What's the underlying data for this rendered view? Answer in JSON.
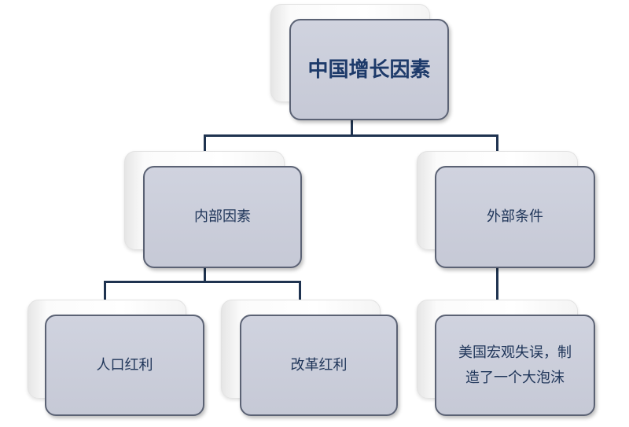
{
  "diagram": {
    "root": {
      "label": "中国增长因素"
    },
    "level1": [
      {
        "label": "内部因素"
      },
      {
        "label": "外部条件"
      }
    ],
    "level2": [
      {
        "label": "人口红利",
        "parent": "内部因素"
      },
      {
        "label": "改革红利",
        "parent": "内部因素"
      },
      {
        "label": "美国宏观失误，制造了一个大泡沫",
        "parent": "外部条件"
      }
    ]
  },
  "colors": {
    "box_fill": "#c9ccd9",
    "box_border": "#5b6274",
    "text": "#1f3559",
    "connector": "#1f3350"
  }
}
